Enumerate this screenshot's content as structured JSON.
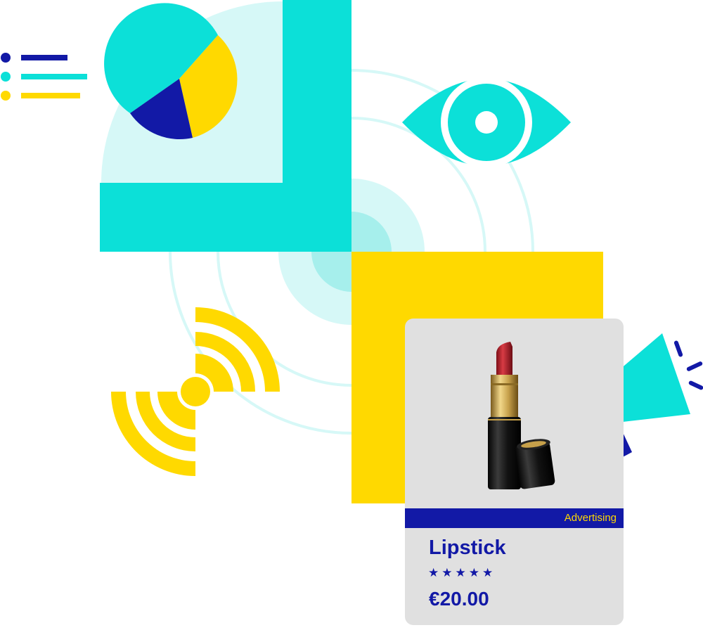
{
  "colors": {
    "cyan": "#0ce0d8",
    "cyan_light": "#d6f8f7",
    "yellow": "#ffd900",
    "navy": "#1219a6",
    "card_bg": "#e0e0e0"
  },
  "legend_icon": {
    "bullet_colors": [
      "#1219a6",
      "#0ce0d8",
      "#ffd900"
    ]
  },
  "pie_icon": {
    "slice_colors": [
      "#0ce0d8",
      "#ffd900",
      "#1219a6"
    ]
  },
  "icons": [
    "legend-icon",
    "pie-chart-icon",
    "eye-icon",
    "broadcast-icon",
    "megaphone-icon",
    "lipstick-icon"
  ],
  "product_card": {
    "tag": "Advertising",
    "name": "Lipstick",
    "rating": 5,
    "rating_stars": "★★★★★",
    "price": "€20.00"
  }
}
